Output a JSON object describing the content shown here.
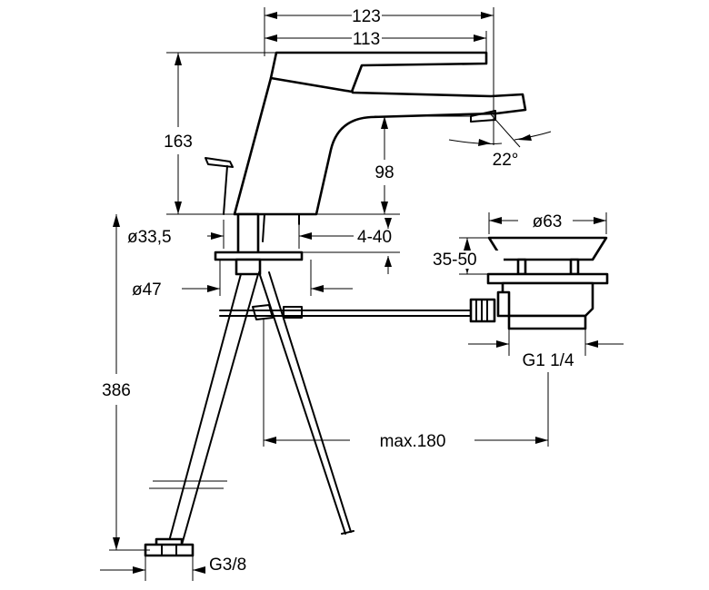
{
  "dimensions": {
    "width_total": "123",
    "width_spout": "113",
    "height_total": "163",
    "spout_height": "98",
    "spout_angle": "22°",
    "hole_diameter": "ø33,5",
    "deck_thickness": "4-40",
    "flange_diameter": "ø47",
    "total_length": "386",
    "connection_thread": "G3/8",
    "drain_head_diameter": "ø63",
    "drain_plug_travel": "35-50",
    "drain_thread": "G1 1/4",
    "rod_reach": "max.180"
  }
}
